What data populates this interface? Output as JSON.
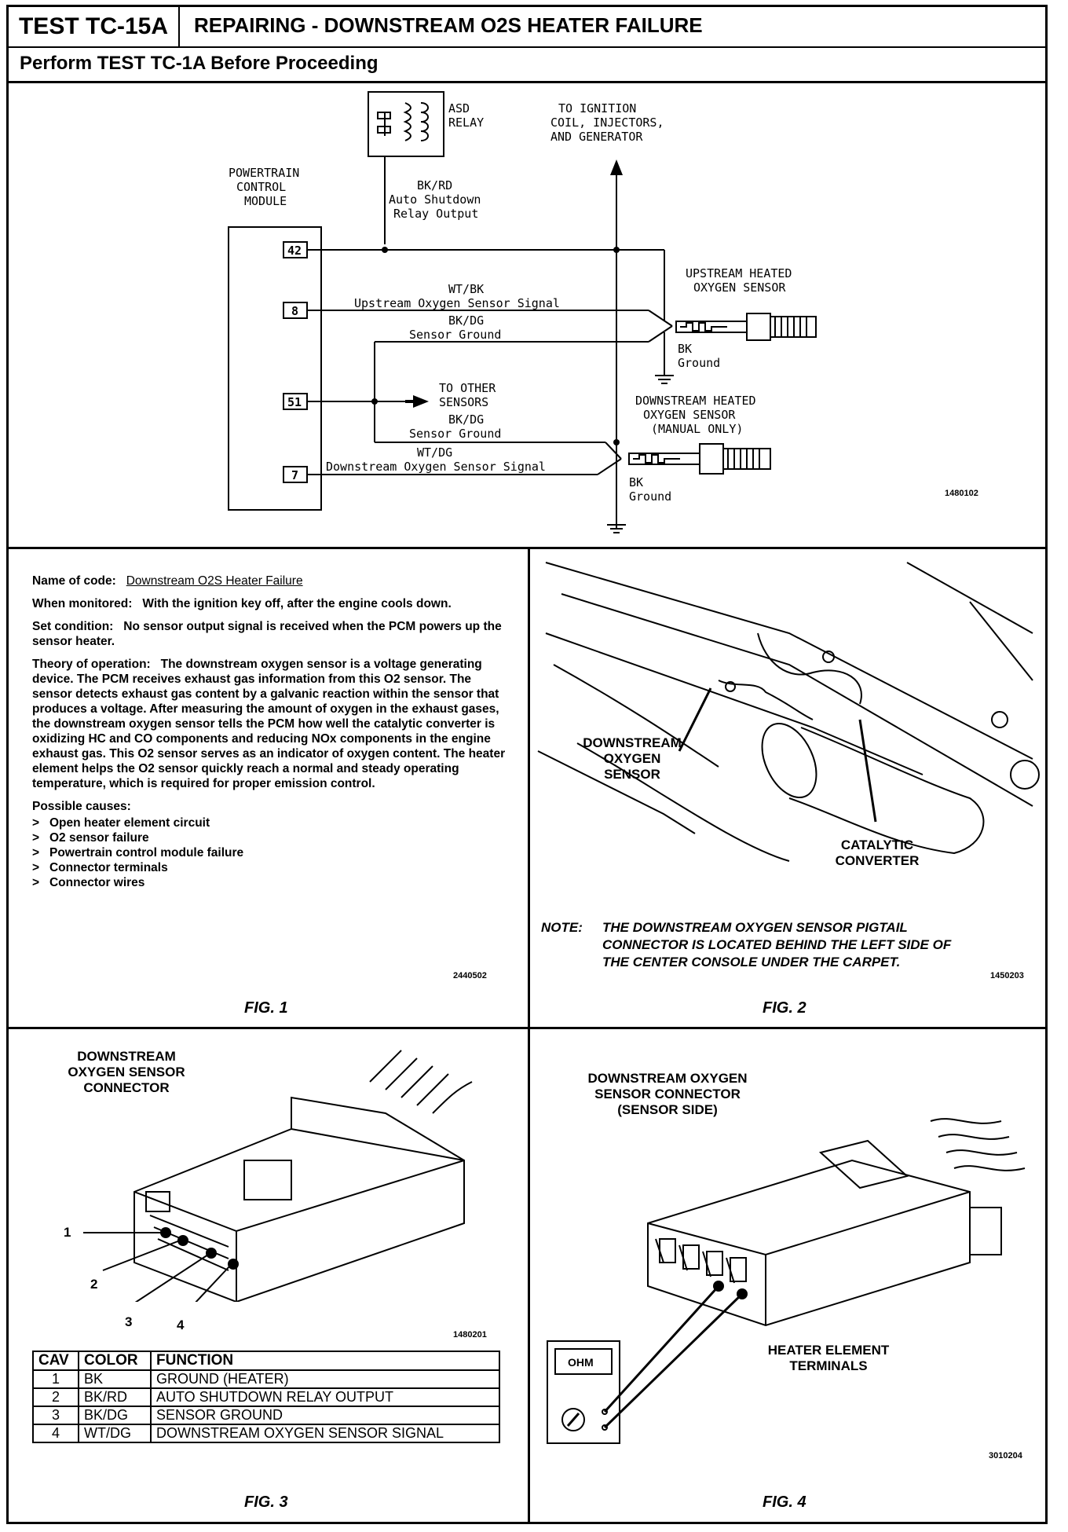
{
  "header": {
    "test_id": "TEST TC-15A",
    "title": "REPAIRING - DOWNSTREAM O2S HEATER FAILURE",
    "prereq": "Perform TEST TC-1A Before Proceeding"
  },
  "wiring": {
    "asd_relay": [
      "ASD",
      "RELAY"
    ],
    "to_ignition": [
      "TO IGNITION",
      "COIL, INJECTORS,",
      "AND GENERATOR"
    ],
    "pcm": [
      "POWERTRAIN",
      "CONTROL",
      "MODULE"
    ],
    "asd_wire": [
      "BK/RD",
      "Auto Shutdown",
      "Relay Output"
    ],
    "pins": [
      "42",
      "8",
      "51",
      "7"
    ],
    "upstream_signal": [
      "WT/BK",
      "Upstream Oxygen Sensor Signal"
    ],
    "sensor_ground_1": [
      "BK/DG",
      "Sensor Ground"
    ],
    "upstream_sensor": [
      "UPSTREAM HEATED",
      "OXYGEN SENSOR"
    ],
    "bk_ground_1": [
      "BK",
      "Ground"
    ],
    "to_other": [
      "TO OTHER",
      "SENSORS"
    ],
    "sensor_ground_2": [
      "BK/DG",
      "Sensor Ground"
    ],
    "downstream_sensor": [
      "DOWNSTREAM HEATED",
      "OXYGEN SENSOR",
      "(MANUAL ONLY)"
    ],
    "downstream_signal": [
      "WT/DG",
      "Downstream Oxygen Sensor Signal"
    ],
    "bk_ground_2": [
      "BK",
      "Ground"
    ],
    "ref": "1480102"
  },
  "fig1": {
    "name_label": "Name of code:",
    "name_value": "Downstream O2S Heater Failure",
    "monitored_label": "When monitored:",
    "monitored_value": "With the ignition key off, after the engine cools down.",
    "set_label": "Set condition:",
    "set_value": "No sensor output signal is received when the PCM powers up the sensor heater.",
    "theory_label": "Theory of operation:",
    "theory_value": "The downstream oxygen sensor is a voltage generating device. The PCM receives exhaust gas information from this O2 sensor. The sensor detects exhaust gas content by a galvanic reaction within the sensor that produces a voltage. After measuring the amount of oxygen in the exhaust gases, the downstream oxygen sensor tells the PCM how well the catalytic converter is oxidizing HC and CO components and reducing NOx components in the engine exhaust gas. This O2 sensor serves as an indicator of oxygen content. The heater element helps the O2 sensor quickly reach a normal and steady operating temperature, which is required for proper emission control.",
    "causes_label": "Possible causes:",
    "causes": [
      "Open heater element circuit",
      "O2 sensor failure",
      "Powertrain control module failure",
      "Connector terminals",
      "Connector wires"
    ],
    "ref": "2440502",
    "caption": "FIG. 1"
  },
  "fig2": {
    "label_sensor": [
      "DOWNSTREAM",
      "OXYGEN",
      "SENSOR"
    ],
    "label_converter": [
      "CATALYTIC",
      "CONVERTER"
    ],
    "note_label": "NOTE:",
    "note_text": "THE DOWNSTREAM OXYGEN SENSOR PIGTAIL CONNECTOR IS LOCATED BEHIND THE LEFT SIDE OF THE CENTER CONSOLE UNDER THE CARPET.",
    "ref": "1450203",
    "caption": "FIG. 2"
  },
  "fig3": {
    "title": [
      "DOWNSTREAM",
      "OXYGEN SENSOR",
      "CONNECTOR"
    ],
    "cavity_labels": [
      "1",
      "2",
      "3",
      "4"
    ],
    "ref": "1480201",
    "table_headers": [
      "CAV",
      "COLOR",
      "FUNCTION"
    ],
    "rows": [
      [
        "1",
        "BK",
        "GROUND (HEATER)"
      ],
      [
        "2",
        "BK/RD",
        "AUTO SHUTDOWN RELAY OUTPUT"
      ],
      [
        "3",
        "BK/DG",
        "SENSOR GROUND"
      ],
      [
        "4",
        "WT/DG",
        "DOWNSTREAM OXYGEN SENSOR SIGNAL"
      ]
    ],
    "caption": "FIG. 3"
  },
  "fig4": {
    "title": [
      "DOWNSTREAM OXYGEN",
      "SENSOR CONNECTOR",
      "(SENSOR SIDE)"
    ],
    "heater_label": [
      "HEATER ELEMENT",
      "TERMINALS"
    ],
    "meter_display": "OHM",
    "ref": "3010204",
    "caption": "FIG. 4"
  }
}
